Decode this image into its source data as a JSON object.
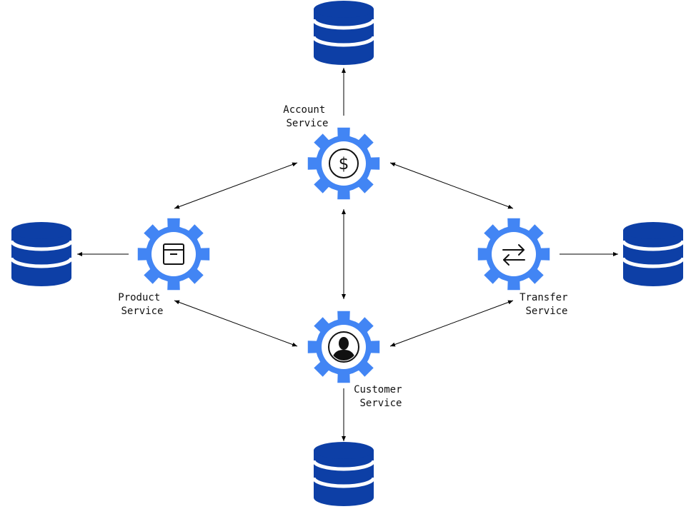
{
  "colors": {
    "gear": "#4285f4",
    "database": "#0d3fa6",
    "database_bands": "#ffffff",
    "arrow": "#000000",
    "icon_ink": "#111111"
  },
  "services": {
    "account": {
      "line1": "Account",
      "line2": "Service",
      "icon": "dollar-icon"
    },
    "product": {
      "line1": "Product",
      "line2": "Service",
      "icon": "box-icon"
    },
    "transfer": {
      "line1": "Transfer",
      "line2": "Service",
      "icon": "swap-arrows-icon"
    },
    "customer": {
      "line1": "Customer",
      "line2": "Service",
      "icon": "user-icon"
    }
  },
  "databases": [
    {
      "owner": "account",
      "icon": "database-icon"
    },
    {
      "owner": "product",
      "icon": "database-icon"
    },
    {
      "owner": "transfer",
      "icon": "database-icon"
    },
    {
      "owner": "customer",
      "icon": "database-icon"
    }
  ],
  "connections": [
    {
      "from": "account",
      "to": "account-db",
      "direction": "forward"
    },
    {
      "from": "account",
      "to": "product",
      "direction": "both"
    },
    {
      "from": "account",
      "to": "transfer",
      "direction": "both"
    },
    {
      "from": "account",
      "to": "customer",
      "direction": "both"
    },
    {
      "from": "product",
      "to": "product-db",
      "direction": "forward"
    },
    {
      "from": "product",
      "to": "customer",
      "direction": "both"
    },
    {
      "from": "transfer",
      "to": "transfer-db",
      "direction": "forward"
    },
    {
      "from": "transfer",
      "to": "customer",
      "direction": "both"
    },
    {
      "from": "customer",
      "to": "customer-db",
      "direction": "forward"
    }
  ]
}
